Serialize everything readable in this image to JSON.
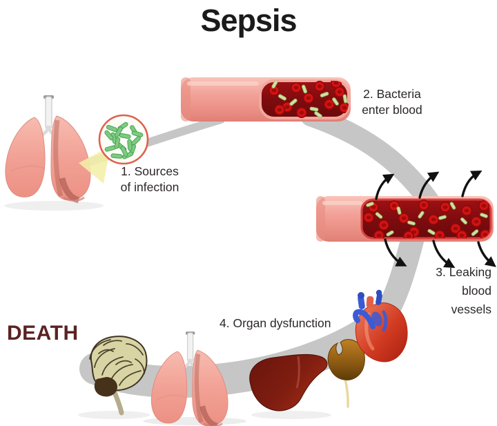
{
  "title": "Sepsis",
  "steps": [
    {
      "id": 1,
      "label": "1. Sources of infection",
      "lines": [
        "1. Sources",
        "of infection"
      ]
    },
    {
      "id": 2,
      "label": "2. Bacteria enter blood",
      "lines": [
        "2. Bacteria",
        "enter blood"
      ]
    },
    {
      "id": 3,
      "label": "3. Leaking blood vessels",
      "lines": [
        "3. Leaking",
        "blood",
        "vessels"
      ]
    },
    {
      "id": 4,
      "label": "4. Organ dysfunction",
      "lines": [
        "4. Organ dysfunction"
      ]
    }
  ],
  "outcome": {
    "label": "DEATH"
  },
  "organs": [
    "lungs",
    "brain",
    "liver",
    "kidney",
    "heart"
  ],
  "icons": [
    "lungs-infected-icon",
    "bacteria-magnifier-icon",
    "blood-vessel-bacteria-icon",
    "leaking-blood-vessel-icon",
    "brain-icon",
    "lungs-icon",
    "liver-icon",
    "kidney-icon",
    "heart-icon",
    "flow-arc"
  ],
  "colors": {
    "background": "#FFFFFF",
    "title_text": "#1B1B1B",
    "label_text": "#2B2627",
    "death_text": "#5B2222",
    "arc": "#C6C6C6",
    "vessel_wall": "#F2A198",
    "blood": "#7C0B0E",
    "blood_cell": "#D31313",
    "bacteria_green": "#7ECB7F",
    "magnifier_ring": "#E0604E",
    "beam_yellow": "#F4EFA8",
    "brain": "#D9D4A4",
    "liver": "#6E180E",
    "kidney": "#8A5812",
    "heart": "#D23B22",
    "arrow": "#111111"
  }
}
